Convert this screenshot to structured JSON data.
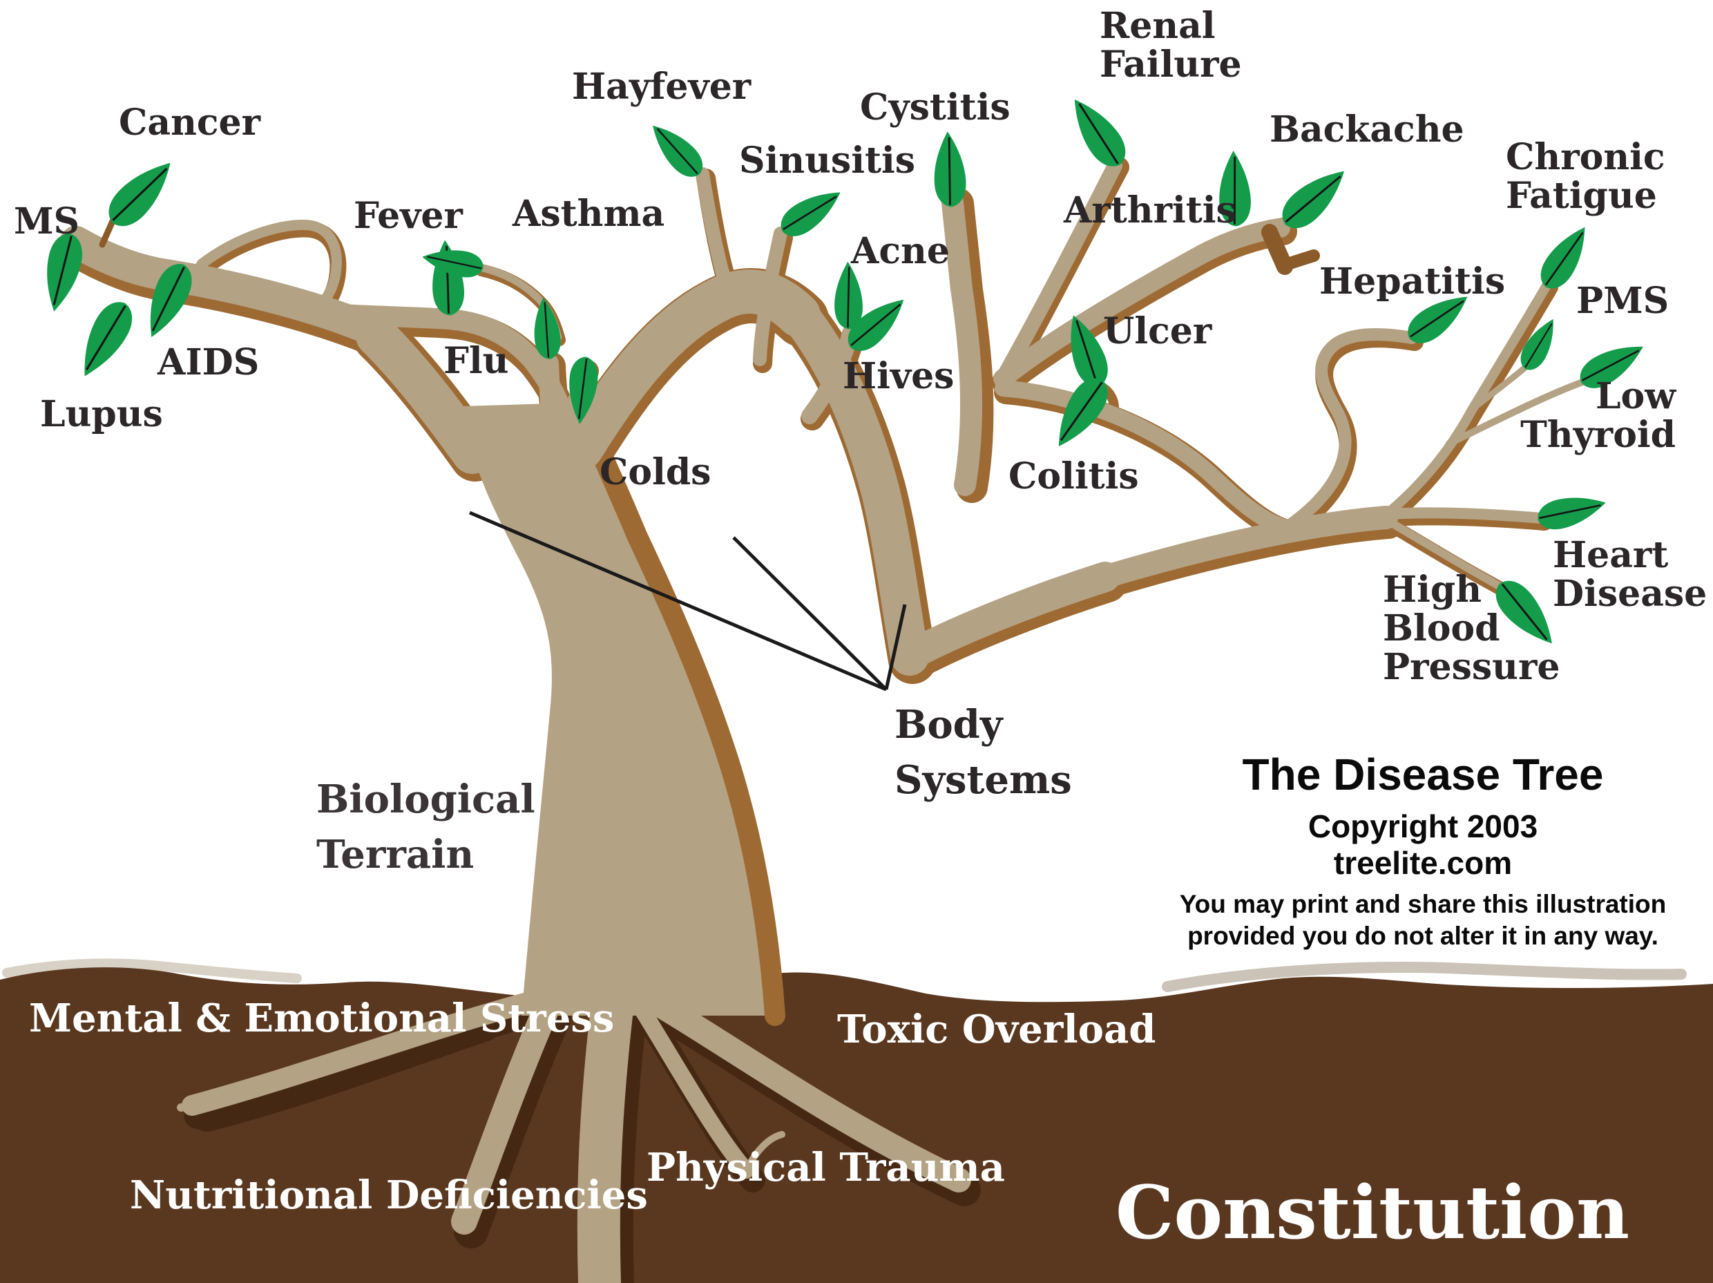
{
  "colors": {
    "bg": "#ffffff",
    "green": "#149c4b",
    "tan": "#b4a284",
    "brown": "#9e6a33",
    "stub": "#8a5a28",
    "soil": "#5a3820",
    "rootshadow": "#452813",
    "soilhi1": "#d8d1c6",
    "soilhi2": "#cbc3b8",
    "ink": "#2b2627"
  },
  "diseases": {
    "ms": "MS",
    "cancer": "Cancer",
    "aids": "AIDS",
    "lupus": "Lupus",
    "fever": "Fever",
    "asthma": "Asthma",
    "flu": "Flu",
    "colds": "Colds",
    "hayfever": "Hayfever",
    "sinusitis": "Sinusitis",
    "acne": "Acne",
    "hives": "Hives",
    "cystitis": "Cystitis",
    "renal_failure": [
      "Renal",
      "Failure"
    ],
    "arthritis": "Arthritis",
    "backache": "Backache",
    "ulcer": "Ulcer",
    "colitis": "Colitis",
    "hepatitis": "Hepatitis",
    "chronic_fatigue": [
      "Chronic",
      "Fatigue"
    ],
    "pms": "PMS",
    "low_thyroid": [
      "Low",
      "Thyroid"
    ],
    "heart_disease": [
      "Heart",
      "Disease"
    ],
    "high_blood_pressure": [
      "High",
      "Blood",
      "Pressure"
    ]
  },
  "annotations": {
    "body_systems": [
      "Body",
      "Systems"
    ],
    "biological_terrain": [
      "Biological",
      "Terrain"
    ]
  },
  "title_block": {
    "title": "The Disease Tree",
    "copyright": "Copyright 2003",
    "website": "treelite.com",
    "notice_line1": "You may print and share this illustration",
    "notice_line2": "provided you do not alter it in any way."
  },
  "root_causes": {
    "mental_emotional_stress": [
      "Mental &",
      "Emotional",
      "Stress"
    ],
    "nutritional_deficiencies": [
      "Nutritional",
      "Deficiencies"
    ],
    "physical_trauma": [
      "Physical",
      "Trauma"
    ],
    "toxic_overload": [
      "Toxic",
      "Overload"
    ],
    "constitution": "Constitution"
  }
}
